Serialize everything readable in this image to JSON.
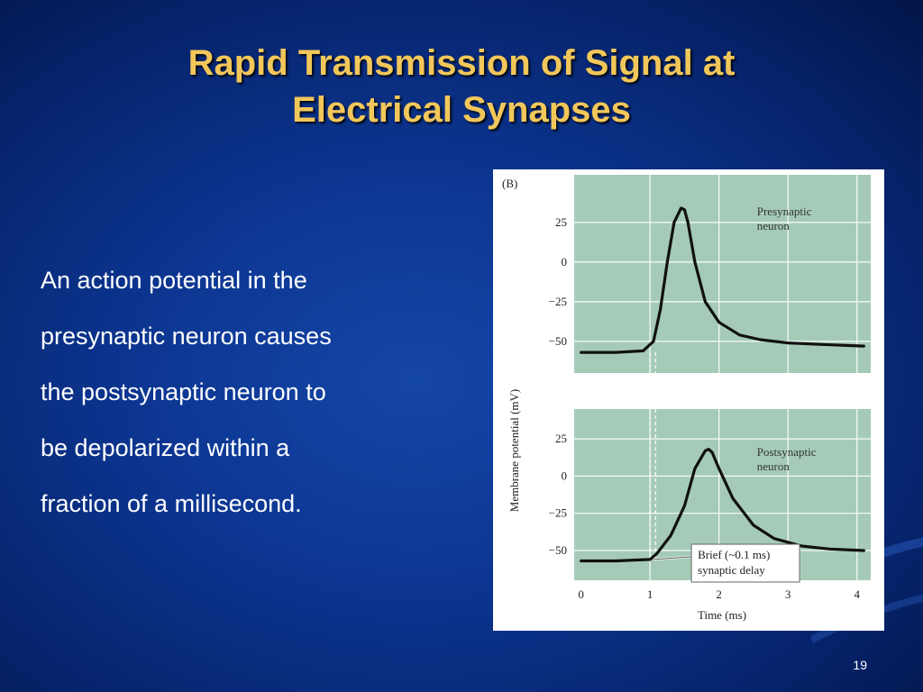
{
  "slide": {
    "title_lines": [
      "Rapid Transmission of Signal at",
      "Electrical Synapses"
    ],
    "body_lines": [
      "An action potential in the",
      "presynaptic neuron causes",
      "the postsynaptic neuron to",
      "be depolarized within a",
      "fraction of a millisecond."
    ],
    "slide_number": "19"
  },
  "colors": {
    "title": "#f2c75a",
    "plot_background": "#a5cbb8",
    "trace": "#111111"
  },
  "chart_data": [
    {
      "type": "line",
      "panel_label": "(B)",
      "series": [
        {
          "name": "Presynaptic\nneuron",
          "x": [
            0,
            0.5,
            0.9,
            1.05,
            1.15,
            1.25,
            1.35,
            1.45,
            1.5,
            1.55,
            1.65,
            1.8,
            2.0,
            2.3,
            2.6,
            3.0,
            3.5,
            4.1
          ],
          "y": [
            -57,
            -57,
            -56,
            -50,
            -30,
            0,
            25,
            34,
            33,
            25,
            0,
            -25,
            -38,
            -46,
            -49,
            -51,
            -52,
            -53
          ]
        }
      ],
      "ylabel": "Membrane potential (mV)",
      "yticks": [
        "25",
        "0",
        "−25",
        "−50"
      ],
      "ytick_values": [
        25,
        0,
        -25,
        -50
      ],
      "ylim": [
        -70,
        55
      ],
      "xlim": [
        -0.1,
        4.2
      ],
      "grid": true
    },
    {
      "type": "line",
      "series": [
        {
          "name": "Postsynaptic\nneuron",
          "x": [
            0,
            0.5,
            1.0,
            1.1,
            1.3,
            1.5,
            1.65,
            1.8,
            1.85,
            1.9,
            2.0,
            2.2,
            2.5,
            2.8,
            3.2,
            3.6,
            4.1
          ],
          "y": [
            -57,
            -57,
            -56,
            -52,
            -40,
            -20,
            5,
            17,
            18,
            16,
            5,
            -15,
            -33,
            -42,
            -47,
            -49,
            -50
          ]
        }
      ],
      "yticks": [
        "25",
        "0",
        "−25",
        "−50"
      ],
      "ytick_values": [
        25,
        0,
        -25,
        -50
      ],
      "xticks": [
        "0",
        "1",
        "2",
        "3",
        "4"
      ],
      "xtick_values": [
        0,
        1,
        2,
        3,
        4
      ],
      "xlabel": "Time (ms)",
      "ylim": [
        -70,
        45
      ],
      "xlim": [
        -0.1,
        4.2
      ],
      "grid": true,
      "annotations": [
        {
          "text": "Brief (~0.1 ms)\nsynaptic delay",
          "x": 1.05,
          "y": -56
        }
      ]
    }
  ]
}
